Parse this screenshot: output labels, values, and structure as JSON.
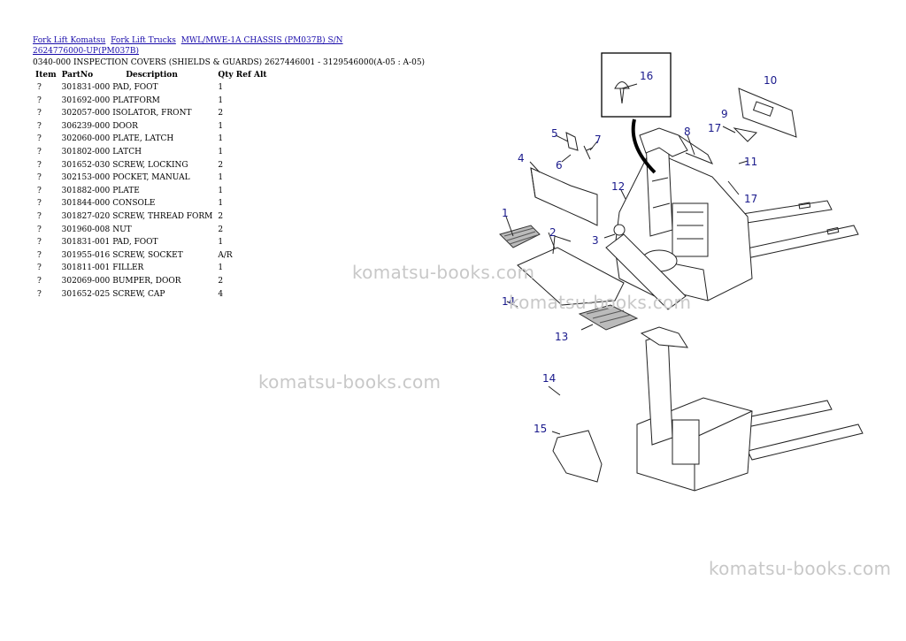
{
  "breadcrumb": {
    "links": [
      "Fork Lift Komatsu",
      "Fork Lift Trucks",
      "MWL/MWE-1A CHASSIS (PM037B) S/N 2624776000-UP(PM037B)"
    ]
  },
  "section_title": "0340-000 INSPECTION COVERS (SHIELDS & GUARDS) 2627446001 - 3129546000(A-05 : A-05)",
  "table": {
    "headers": [
      "Item",
      "PartNo",
      "Description",
      "Qty",
      "Ref",
      "Alt"
    ],
    "rows": [
      {
        "item": "?",
        "part": "301831-000",
        "desc": "PAD, FOOT",
        "qty": "1"
      },
      {
        "item": "?",
        "part": "301692-000",
        "desc": "PLATFORM",
        "qty": "1"
      },
      {
        "item": "?",
        "part": "302057-000",
        "desc": "ISOLATOR, FRONT",
        "qty": "2"
      },
      {
        "item": "?",
        "part": "306239-000",
        "desc": "DOOR",
        "qty": "1"
      },
      {
        "item": "?",
        "part": "302060-000",
        "desc": "PLATE, LATCH",
        "qty": "1"
      },
      {
        "item": "?",
        "part": "301802-000",
        "desc": "LATCH",
        "qty": "1"
      },
      {
        "item": "?",
        "part": "301652-030",
        "desc": "SCREW, LOCKING",
        "qty": "2"
      },
      {
        "item": "?",
        "part": "302153-000",
        "desc": "POCKET, MANUAL",
        "qty": "1"
      },
      {
        "item": "?",
        "part": "301882-000",
        "desc": "PLATE",
        "qty": "1"
      },
      {
        "item": "?",
        "part": "301844-000",
        "desc": "CONSOLE",
        "qty": "1"
      },
      {
        "item": "?",
        "part": "301827-020",
        "desc": "SCREW, THREAD FORM",
        "qty": "2"
      },
      {
        "item": "?",
        "part": "301960-008",
        "desc": "NUT",
        "qty": "2"
      },
      {
        "item": "?",
        "part": "301831-001",
        "desc": "PAD, FOOT",
        "qty": "1"
      },
      {
        "item": "?",
        "part": "301955-016",
        "desc": "SCREW, SOCKET",
        "qty": "A/R"
      },
      {
        "item": "?",
        "part": "301811-001",
        "desc": "FILLER",
        "qty": "1"
      },
      {
        "item": "?",
        "part": "302069-000",
        "desc": "BUMPER, DOOR",
        "qty": "2"
      },
      {
        "item": "?",
        "part": "301652-025",
        "desc": "SCREW, CAP",
        "qty": "4"
      }
    ]
  },
  "diagram": {
    "callouts": [
      "1",
      "2",
      "3",
      "4",
      "5",
      "6",
      "7",
      "8",
      "9",
      "10",
      "11",
      "12",
      "13",
      "14",
      "15",
      "16",
      "17",
      "17",
      "14"
    ]
  },
  "watermarks": [
    "komatsu-books.com",
    "komatsu-books.com",
    "komatsu-books.com",
    "komatsu-books.com"
  ]
}
